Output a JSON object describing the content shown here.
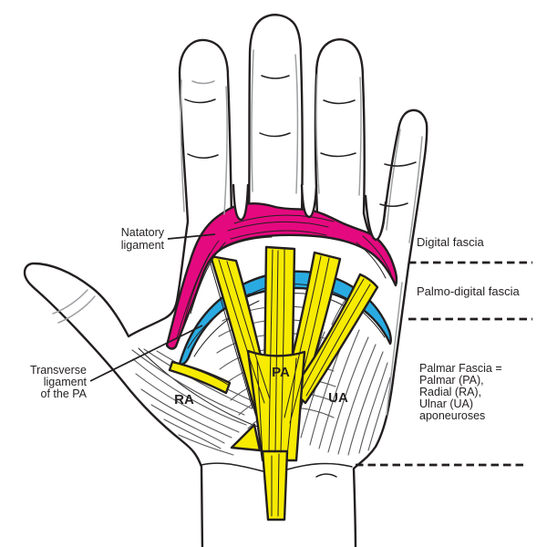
{
  "colors": {
    "magenta": "#E5097F",
    "blue": "#29ABE2",
    "yellow": "#F7EB00",
    "ink": "#231F20"
  },
  "labels": {
    "natatory_ligament": {
      "line1": "Natatory",
      "line2": "ligament"
    },
    "transverse_ligament": {
      "line1": "Transverse",
      "line2": "ligament",
      "line3": "of the PA"
    },
    "digital_fascia": "Digital fascia",
    "palmo_digital_fascia": "Palmo-digital fascia",
    "palmar_fascia": {
      "line1": "Palmar Fascia =",
      "line2": "Palmar (PA),",
      "line3": "Radial (RA),",
      "line4": "Ulnar (UA)",
      "line5": "aponeuroses"
    },
    "letters": {
      "pa": "PA",
      "ra": "RA",
      "ua": "UA"
    }
  }
}
